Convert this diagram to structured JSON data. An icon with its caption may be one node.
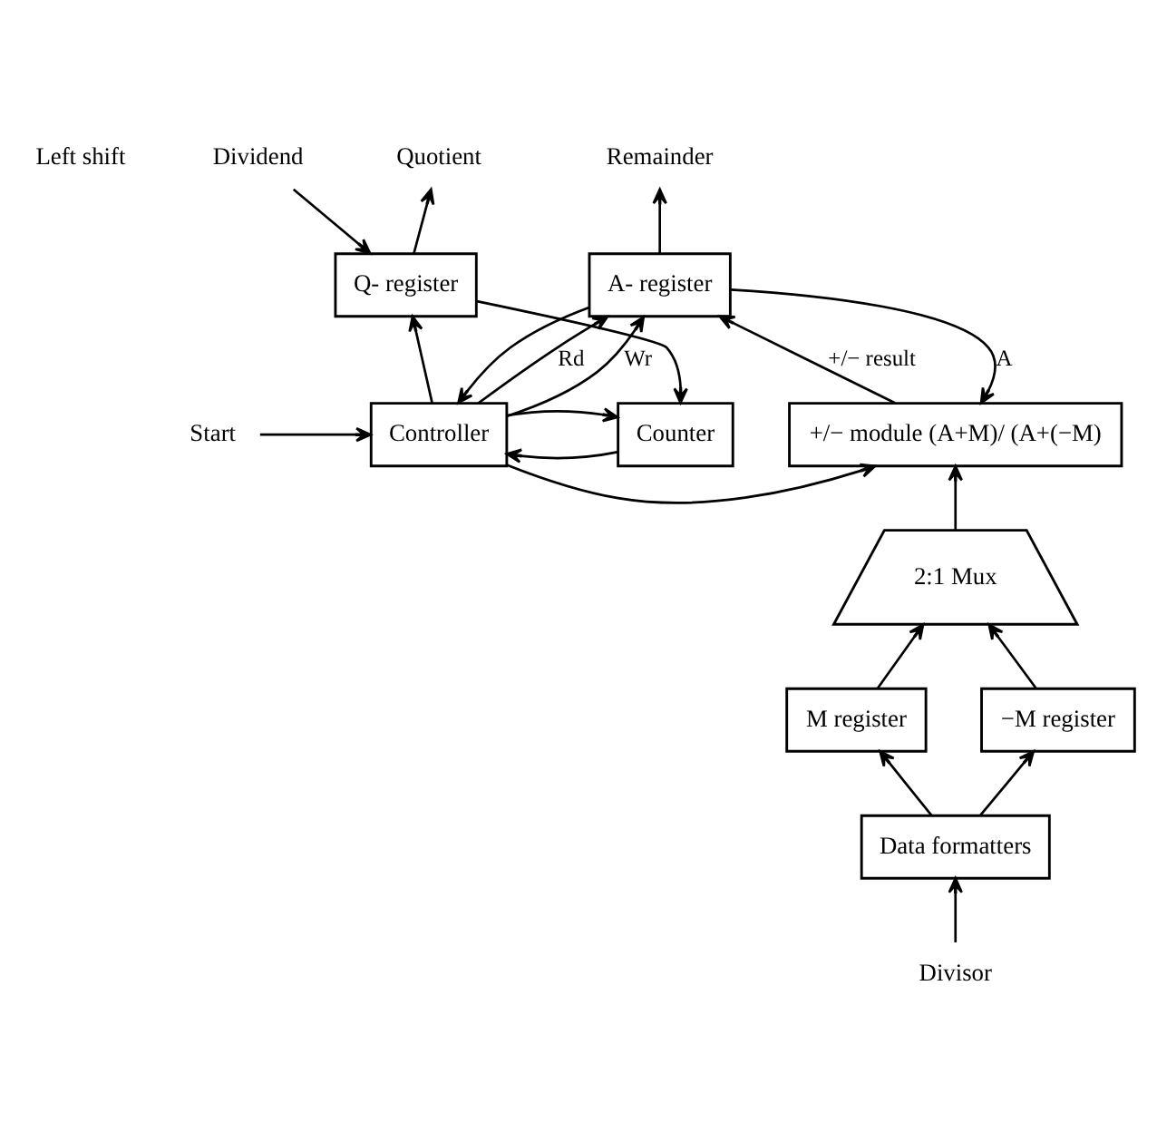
{
  "diagram": {
    "nodes": [
      {
        "text": [
          "Remainder"
        ]
      },
      {
        "text": [
          "Dividend"
        ]
      },
      {
        "text": [
          "Quotient"
        ]
      },
      {
        "text": [
          "A- register"
        ]
      },
      {
        "text": [
          "Q- register"
        ]
      },
      {
        "text": [
          "Start"
        ]
      },
      {
        "text": [
          "Controller"
        ]
      },
      {
        "text": [
          "+/− module (A+M)/ (A+(−M)"
        ]
      },
      {
        "text": [
          "Counter"
        ]
      },
      {
        "text": [
          "2:1 Mux"
        ]
      },
      {
        "text": [
          "M register"
        ]
      },
      {
        "text": [
          "−M register"
        ]
      },
      {
        "text": [
          "Data formatters"
        ]
      },
      {
        "text": [
          "Divisor"
        ]
      }
    ],
    "edges": [
      {
        "from": 3,
        "to": 0,
        "arrow": "to"
      },
      {
        "from": 1,
        "to": 4,
        "arrow": "to"
      },
      {
        "from": 4,
        "to": 2,
        "arrow": "to"
      },
      {
        "from": 6,
        "to": 3,
        "arrow": "to",
        "label": "Wr"
      },
      {
        "from": 6,
        "to": 3,
        "arrow": "to",
        "label": "Rd"
      },
      {
        "from": 6,
        "to": 4,
        "arrow": "to"
      },
      {
        "from": 6,
        "to": 8,
        "arrow": "to"
      },
      {
        "from": 3,
        "to": 6,
        "arrow": "to"
      },
      {
        "from": 3,
        "to": 7,
        "arrow": "to",
        "label": "A"
      },
      {
        "from": 7,
        "to": 3,
        "arrow": "to",
        "label": "+/− result"
      },
      {
        "from": 4,
        "to": 8,
        "arrow": "to"
      },
      {
        "from": 5,
        "to": 6,
        "arrow": "to"
      },
      {
        "from": 6,
        "to": 7,
        "arrow": "to"
      },
      {
        "from": 8,
        "to": 6,
        "arrow": "to"
      },
      {
        "from": 9,
        "to": 7,
        "arrow": "to"
      },
      {
        "from": 10,
        "to": 9,
        "arrow": "to"
      },
      {
        "from": 11,
        "to": 9,
        "arrow": "to"
      },
      {
        "from": 12,
        "to": 10,
        "arrow": "to"
      },
      {
        "from": 12,
        "to": 11,
        "arrow": "to"
      },
      {
        "from": 13,
        "to": 12,
        "arrow": "to"
      }
    ],
    "labels": [
      "Left shift"
    ]
  }
}
